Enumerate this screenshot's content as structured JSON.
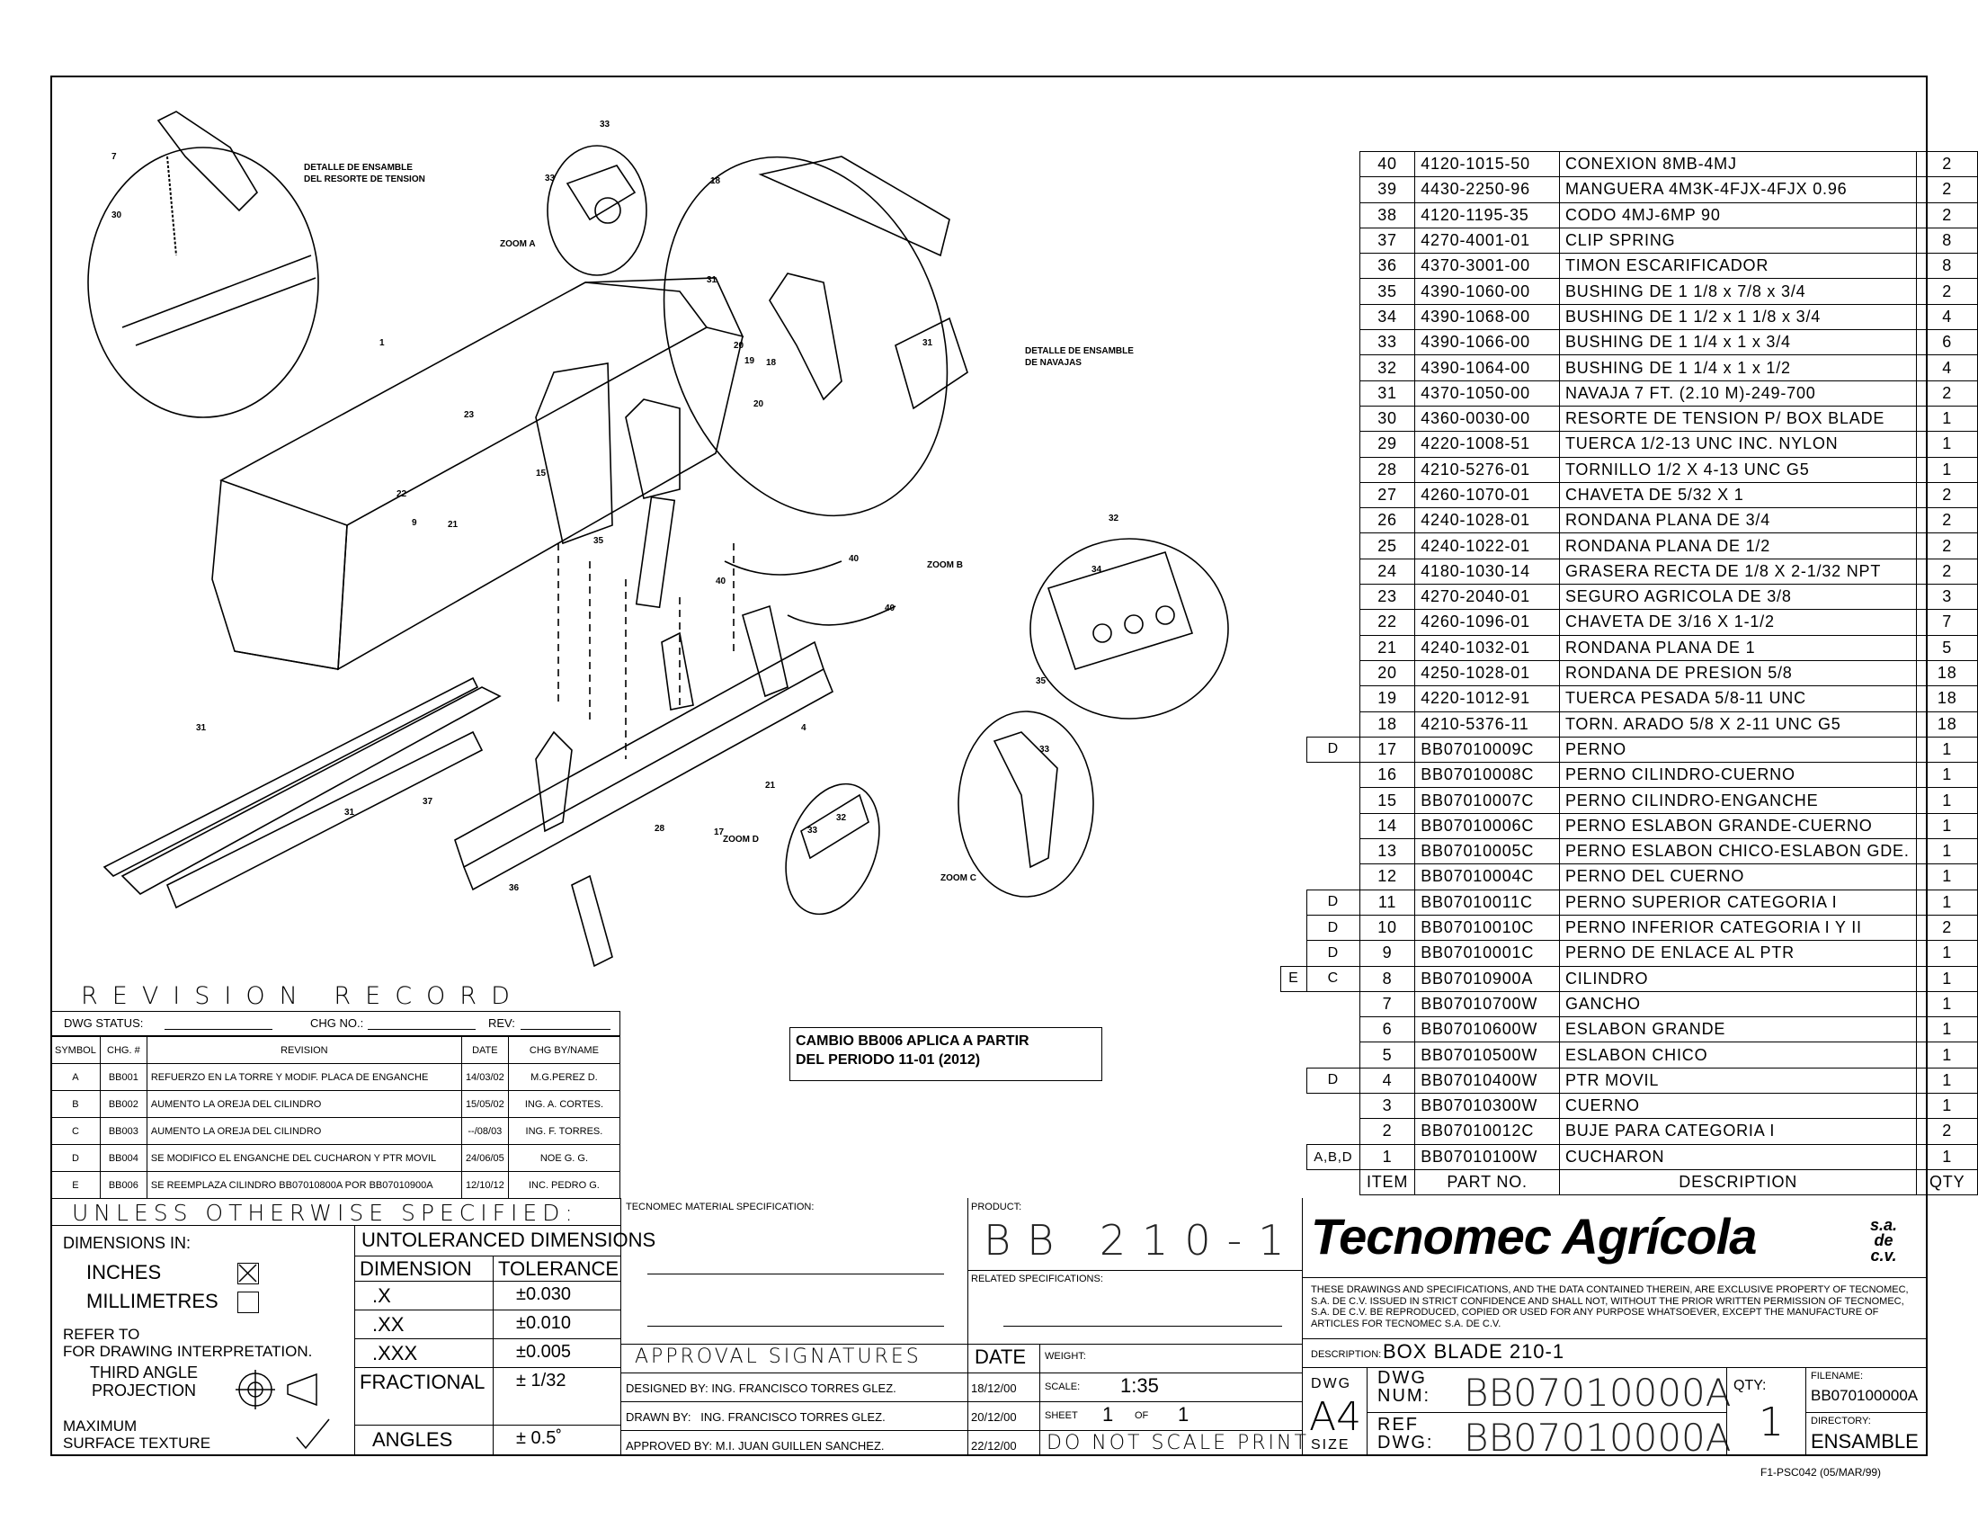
{
  "drawing": {
    "detail_spring": "DETALLE DE ENSAMBLE\nDEL RESORTE DE TENSION",
    "detail_blades": "DETALLE DE ENSAMBLE\nDE NAVAJAS",
    "zoom_a": "ZOOM A",
    "zoom_b": "ZOOM B",
    "zoom_c": "ZOOM C",
    "zoom_d": "ZOOM D",
    "note": "CAMBIO BB006 APLICA A PARTIR\nDEL PERIODO 11-01 (2012)"
  },
  "parts_list": {
    "headers": {
      "item": "ITEM",
      "part_no": "PART NO.",
      "description": "DESCRIPTION",
      "qty": "QTY"
    },
    "rows": [
      {
        "rev2": "",
        "rev": "",
        "item": "40",
        "part_no": "4120-1015-50",
        "description": "CONEXION 8MB-4MJ",
        "qty": "2"
      },
      {
        "rev2": "",
        "rev": "",
        "item": "39",
        "part_no": "4430-2250-96",
        "description": "MANGUERA 4M3K-4FJX-4FJX 0.96",
        "qty": "2"
      },
      {
        "rev2": "",
        "rev": "",
        "item": "38",
        "part_no": "4120-1195-35",
        "description": "CODO 4MJ-6MP 90",
        "qty": "2"
      },
      {
        "rev2": "",
        "rev": "",
        "item": "37",
        "part_no": "4270-4001-01",
        "description": "CLIP SPRING",
        "qty": "8"
      },
      {
        "rev2": "",
        "rev": "",
        "item": "36",
        "part_no": "4370-3001-00",
        "description": "TIMON ESCARIFICADOR",
        "qty": "8"
      },
      {
        "rev2": "",
        "rev": "",
        "item": "35",
        "part_no": "4390-1060-00",
        "description": "BUSHING DE 1 1/8 x 7/8 x 3/4",
        "qty": "2"
      },
      {
        "rev2": "",
        "rev": "",
        "item": "34",
        "part_no": "4390-1068-00",
        "description": "BUSHING DE 1 1/2 x 1 1/8 x 3/4",
        "qty": "4"
      },
      {
        "rev2": "",
        "rev": "",
        "item": "33",
        "part_no": "4390-1066-00",
        "description": "BUSHING DE 1 1/4 x 1 x 3/4",
        "qty": "6"
      },
      {
        "rev2": "",
        "rev": "",
        "item": "32",
        "part_no": "4390-1064-00",
        "description": "BUSHING DE 1 1/4 x 1 x 1/2",
        "qty": "4"
      },
      {
        "rev2": "",
        "rev": "",
        "item": "31",
        "part_no": "4370-1050-00",
        "description": "NAVAJA 7 FT. (2.10 M)-249-700",
        "qty": "2"
      },
      {
        "rev2": "",
        "rev": "",
        "item": "30",
        "part_no": "4360-0030-00",
        "description": "RESORTE DE TENSION P/ BOX BLADE",
        "qty": "1"
      },
      {
        "rev2": "",
        "rev": "",
        "item": "29",
        "part_no": "4220-1008-51",
        "description": "TUERCA 1/2-13 UNC INC. NYLON",
        "qty": "1"
      },
      {
        "rev2": "",
        "rev": "",
        "item": "28",
        "part_no": "4210-5276-01",
        "description": "TORNILLO 1/2 X 4-13 UNC G5",
        "qty": "1"
      },
      {
        "rev2": "",
        "rev": "",
        "item": "27",
        "part_no": "4260-1070-01",
        "description": "CHAVETA DE 5/32 X 1",
        "qty": "2"
      },
      {
        "rev2": "",
        "rev": "",
        "item": "26",
        "part_no": "4240-1028-01",
        "description": "RONDANA PLANA DE 3/4",
        "qty": "2"
      },
      {
        "rev2": "",
        "rev": "",
        "item": "25",
        "part_no": "4240-1022-01",
        "description": "RONDANA PLANA DE 1/2",
        "qty": "2"
      },
      {
        "rev2": "",
        "rev": "",
        "item": "24",
        "part_no": "4180-1030-14",
        "description": "GRASERA RECTA DE 1/8 X 2-1/32 NPT",
        "qty": "2"
      },
      {
        "rev2": "",
        "rev": "",
        "item": "23",
        "part_no": "4270-2040-01",
        "description": "SEGURO AGRICOLA DE 3/8",
        "qty": "3"
      },
      {
        "rev2": "",
        "rev": "",
        "item": "22",
        "part_no": "4260-1096-01",
        "description": "CHAVETA DE 3/16 X 1-1/2",
        "qty": "7"
      },
      {
        "rev2": "",
        "rev": "",
        "item": "21",
        "part_no": "4240-1032-01",
        "description": "RONDANA PLANA DE 1",
        "qty": "5"
      },
      {
        "rev2": "",
        "rev": "",
        "item": "20",
        "part_no": "4250-1028-01",
        "description": "RONDANA DE PRESION 5/8",
        "qty": "18"
      },
      {
        "rev2": "",
        "rev": "",
        "item": "19",
        "part_no": "4220-1012-91",
        "description": "TUERCA PESADA 5/8-11 UNC",
        "qty": "18"
      },
      {
        "rev2": "",
        "rev": "",
        "item": "18",
        "part_no": "4210-5376-11",
        "description": "TORN. ARADO 5/8 X 2-11 UNC G5",
        "qty": "18"
      },
      {
        "rev2": "",
        "rev": "D",
        "item": "17",
        "part_no": "BB07010009C",
        "description": "PERNO",
        "qty": "1"
      },
      {
        "rev2": "",
        "rev": "",
        "item": "16",
        "part_no": "BB07010008C",
        "description": "PERNO CILINDRO-CUERNO",
        "qty": "1"
      },
      {
        "rev2": "",
        "rev": "",
        "item": "15",
        "part_no": "BB07010007C",
        "description": "PERNO CILINDRO-ENGANCHE",
        "qty": "1"
      },
      {
        "rev2": "",
        "rev": "",
        "item": "14",
        "part_no": "BB07010006C",
        "description": "PERNO ESLABON GRANDE-CUERNO",
        "qty": "1"
      },
      {
        "rev2": "",
        "rev": "",
        "item": "13",
        "part_no": "BB07010005C",
        "description": "PERNO ESLABON CHICO-ESLABON GDE.",
        "qty": "1"
      },
      {
        "rev2": "",
        "rev": "",
        "item": "12",
        "part_no": "BB07010004C",
        "description": "PERNO DEL CUERNO",
        "qty": "1"
      },
      {
        "rev2": "",
        "rev": "D",
        "item": "11",
        "part_no": "BB07010011C",
        "description": "PERNO SUPERIOR CATEGORIA I",
        "qty": "1"
      },
      {
        "rev2": "",
        "rev": "D",
        "item": "10",
        "part_no": "BB07010010C",
        "description": "PERNO INFERIOR CATEGORIA I Y II",
        "qty": "2"
      },
      {
        "rev2": "",
        "rev": "D",
        "item": "9",
        "part_no": "BB07010001C",
        "description": "PERNO DE ENLACE AL PTR",
        "qty": "1"
      },
      {
        "rev2": "E",
        "rev": "C",
        "item": "8",
        "part_no": "BB07010900A",
        "description": "CILINDRO",
        "qty": "1"
      },
      {
        "rev2": "",
        "rev": "",
        "item": "7",
        "part_no": "BB07010700W",
        "description": "GANCHO",
        "qty": "1"
      },
      {
        "rev2": "",
        "rev": "",
        "item": "6",
        "part_no": "BB07010600W",
        "description": "ESLABON GRANDE",
        "qty": "1"
      },
      {
        "rev2": "",
        "rev": "",
        "item": "5",
        "part_no": "BB07010500W",
        "description": "ESLABON CHICO",
        "qty": "1"
      },
      {
        "rev2": "",
        "rev": "D",
        "item": "4",
        "part_no": "BB07010400W",
        "description": "PTR MOVIL",
        "qty": "1"
      },
      {
        "rev2": "",
        "rev": "",
        "item": "3",
        "part_no": "BB07010300W",
        "description": "CUERNO",
        "qty": "1"
      },
      {
        "rev2": "",
        "rev": "",
        "item": "2",
        "part_no": "BB07010012C",
        "description": "BUJE PARA CATEGORIA I",
        "qty": "2"
      },
      {
        "rev2": "",
        "rev": "A,B,D",
        "item": "1",
        "part_no": "BB07010100W",
        "description": "CUCHARON",
        "qty": "1"
      }
    ]
  },
  "revision_record": {
    "title": "REVISION RECORD",
    "dwg_status": "DWG STATUS:",
    "chg_no": "CHG NO.:",
    "rev": "REV:",
    "headers": {
      "symbol": "SYMBOL",
      "chg": "CHG. #",
      "revision": "REVISION",
      "date": "DATE",
      "chg_by": "CHG BY/NAME"
    },
    "rows": [
      {
        "symbol": "A",
        "chg": "BB001",
        "revision": "REFUERZO EN LA TORRE Y MODIF. PLACA DE ENGANCHE",
        "date": "14/03/02",
        "by": "M.G.PEREZ D."
      },
      {
        "symbol": "B",
        "chg": "BB002",
        "revision": "AUMENTO LA OREJA DEL CILINDRO",
        "date": "15/05/02",
        "by": "ING. A. CORTES."
      },
      {
        "symbol": "C",
        "chg": "BB003",
        "revision": "AUMENTO LA OREJA DEL CILINDRO",
        "date": "--/08/03",
        "by": "ING. F. TORRES."
      },
      {
        "symbol": "D",
        "chg": "BB004",
        "revision": "SE MODIFICO EL ENGANCHE DEL CUCHARON Y PTR MOVIL",
        "date": "24/06/05",
        "by": "NOE G. G."
      },
      {
        "symbol": "E",
        "chg": "BB006",
        "revision": "SE REEMPLAZA CILINDRO BB07010800A POR BB07010900A",
        "date": "12/10/12",
        "by": "INC. PEDRO G."
      }
    ]
  },
  "title_block": {
    "unless": "UNLESS OTHERWISE SPECIFIED:",
    "dimensions_in": "DIMENSIONS IN:",
    "inches": "INCHES",
    "millimetres": "MILLIMETRES",
    "inches_checked": true,
    "refer_to": "REFER TO\nFOR DRAWING INTERPRETATION.",
    "third_angle": "THIRD ANGLE\nPROJECTION",
    "max_surface": "MAXIMUM\nSURFACE TEXTURE",
    "untoleranced": "UNTOLERANCED DIMENSIONS",
    "dimension_hdr": "DIMENSION",
    "tolerance_hdr": "TOLERANCE",
    "tolerances": [
      {
        "dim": ".X",
        "tol": "±0.030"
      },
      {
        "dim": ".XX",
        "tol": "±0.010"
      },
      {
        "dim": ".XXX",
        "tol": "±0.005"
      },
      {
        "dim": "FRACTIONAL",
        "tol": "± 1/32"
      },
      {
        "dim": "ANGLES",
        "tol": "± 0.5˚"
      }
    ],
    "material_spec": "TECNOMEC MATERIAL SPECIFICATION:",
    "product_label": "PRODUCT:",
    "product": "BB 210-1",
    "related_spec": "RELATED SPECIFICATIONS:",
    "approval": "APPROVAL SIGNATURES",
    "date_hdr": "DATE",
    "weight": "WEIGHT:",
    "designed": "DESIGNED BY: ING. FRANCISCO TORRES GLEZ.",
    "designed_date": "18/12/00",
    "drawn": "DRAWN BY:   ING. FRANCISCO TORRES GLEZ.",
    "drawn_date": "20/12/00",
    "approved": "APPROVED BY: M.I. JUAN GUILLEN SANCHEZ.",
    "approved_date": "22/12/00",
    "scale_label": "SCALE:",
    "scale": "1:35",
    "sheet_label": "SHEET",
    "sheet": "1",
    "of_label": "OF",
    "of": "1",
    "do_not_scale": "DO NOT SCALE PRINT",
    "company": "Tecnomec Agrícola",
    "company_suffix": "s.a.\nde\nc.v.",
    "disclaimer": "THESE DRAWINGS AND SPECIFICATIONS, AND THE DATA CONTAINED THEREIN, ARE EXCLUSIVE PROPERTY OF TECNOMEC, S.A. DE C.V. ISSUED IN STRICT CONFIDENCE AND SHALL NOT, WITHOUT THE PRIOR WRITTEN PERMISSION OF TECNOMEC, S.A. DE C.V. BE REPRODUCED, COPIED OR USED FOR ANY PURPOSE WHATSOEVER, EXCEPT THE MANUFACTURE OF ARTICLES FOR TECNOMEC S.A. DE C.V.",
    "description_label": "DESCRIPTION:",
    "description": "BOX BLADE 210-1",
    "dwg_label": "DWG",
    "size": "A4",
    "size_label": "SIZE",
    "dwg_num_label": "DWG\nNUM:",
    "dwg_num": "BB07010000A",
    "ref_dwg_label": "REF\nDWG:",
    "ref_dwg": "BB07010000A",
    "qty_label": "QTY:",
    "qty": "1",
    "filename_label": "FILENAME:",
    "filename": "BB070100000A",
    "directory_label": "DIRECTORY:",
    "directory": "ENSAMBLE",
    "form_code": "F1-PSC042 (05/MAR/99)"
  }
}
